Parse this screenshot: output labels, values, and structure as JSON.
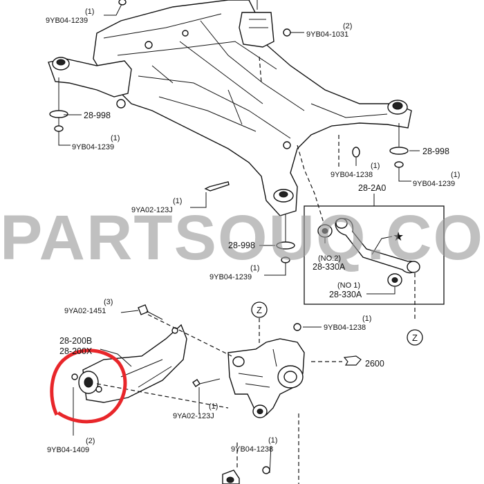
{
  "watermark": "PARTSOUQ.COM",
  "labels": {
    "bolt_top_left_qty": "(1)",
    "bolt_top_left_code": "9YB04-1239",
    "nut_top_right_qty": "(2)",
    "nut_top_right_code": "9YB04-1031",
    "washer_left": "28-998",
    "bolt_left_qty": "(1)",
    "bolt_left_code": "9YB04-1239",
    "washer_right": "28-998",
    "nut_right1_qty": "(1)",
    "nut_right1_code": "9YB04-1238",
    "bolt_right_qty": "(1)",
    "bolt_right_code": "9YB04-1239",
    "arm_group": "28-2A0",
    "bolt_mid_qty": "(1)",
    "bolt_mid_code": "9YA02-123J",
    "washer_mid": "28-998",
    "bolt_mid2_qty": "(1)",
    "bolt_mid2_code": "9YB04-1239",
    "bushing_no2_tag": "(NO.2)",
    "bushing_no2_code": "28-330A",
    "bushing_no1_tag": "(NO 1)",
    "bushing_no1_code": "28-330A",
    "star": "★",
    "bolt_lower_qty": "(3)",
    "bolt_lower_code": "9YA02-1451",
    "trailing_arm_code": "28-200B",
    "trailing_arm_code2": "28-200X",
    "nut_knuckle_qty": "(1)",
    "nut_knuckle_code": "9YB04-1238",
    "ref_z_top": "Z",
    "ref_z_right": "Z",
    "ref_page": "2600",
    "bolt_knuckle_qty": "(1)",
    "bolt_knuckle_code": "9YA02-123J",
    "bolt_bottom_qty": "(2)",
    "bolt_bottom_code": "9YB04-1409",
    "nut_bottom_qty": "(1)",
    "nut_bottom_code": "9YB04-1238"
  },
  "highlight_color": "#e8262a"
}
